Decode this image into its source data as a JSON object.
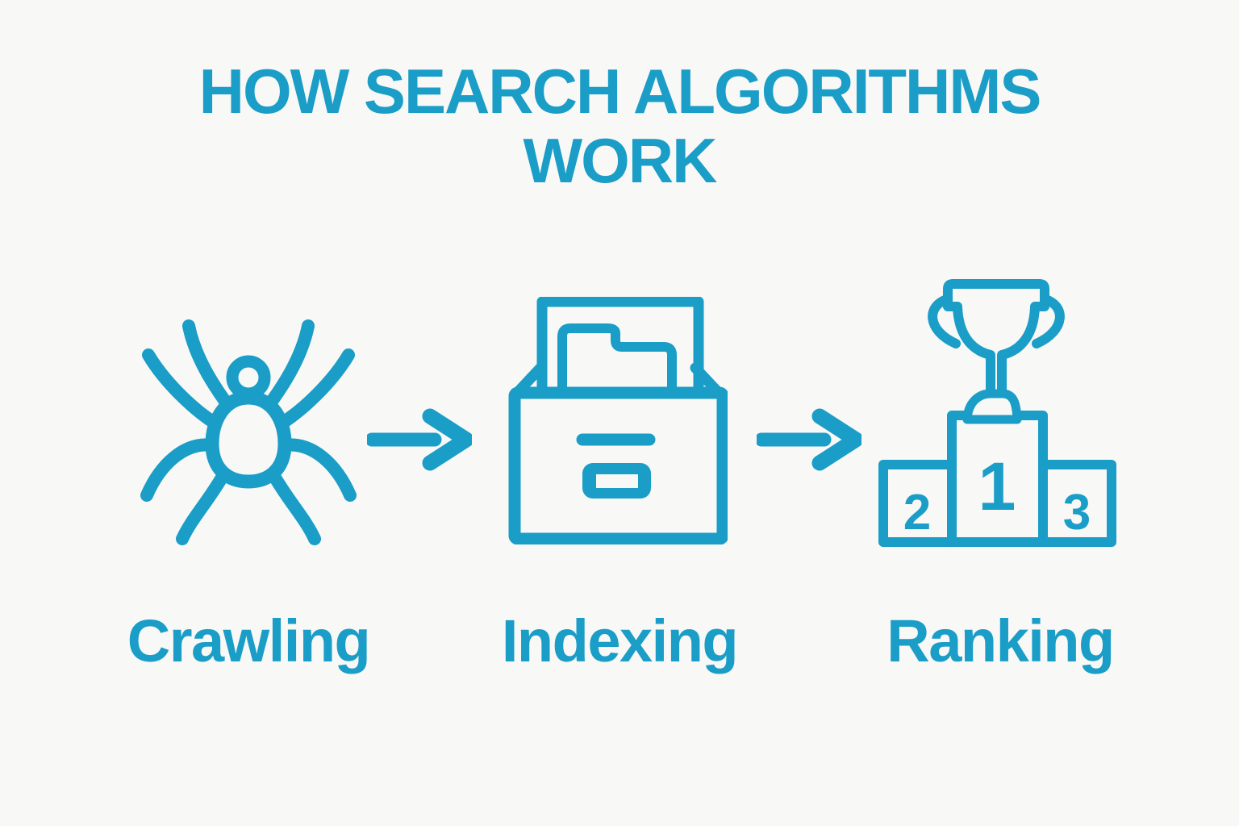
{
  "title": {
    "line1": "HOW SEARCH ALGORITHMS",
    "line2": "WORK"
  },
  "steps": [
    {
      "label": "Crawling",
      "icon": "spider-icon"
    },
    {
      "label": "Indexing",
      "icon": "file-box-icon"
    },
    {
      "label": "Ranking",
      "icon": "trophy-podium-icon",
      "podium": {
        "first": "1",
        "second": "2",
        "third": "3"
      }
    }
  ],
  "connectors": [
    {
      "icon": "arrow-right-icon",
      "from": "Crawling",
      "to": "Indexing"
    },
    {
      "icon": "arrow-right-icon",
      "from": "Indexing",
      "to": "Ranking"
    }
  ],
  "colors": {
    "accent": "#1a9dc7",
    "background": "#f8f8f6"
  }
}
